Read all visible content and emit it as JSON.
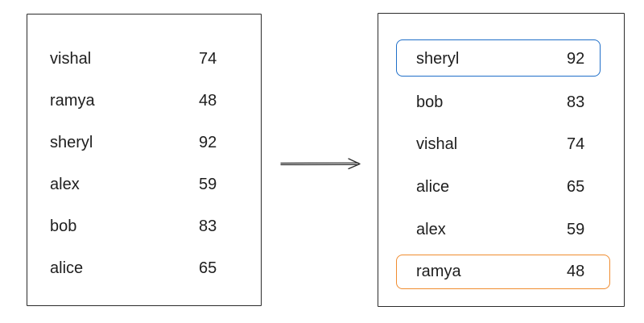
{
  "left_list": [
    {
      "name": "vishal",
      "score": "74"
    },
    {
      "name": "ramya",
      "score": "48"
    },
    {
      "name": "sheryl",
      "score": "92"
    },
    {
      "name": "alex",
      "score": "59"
    },
    {
      "name": "bob",
      "score": "83"
    },
    {
      "name": "alice",
      "score": "65"
    }
  ],
  "right_list": [
    {
      "name": "sheryl",
      "score": "92"
    },
    {
      "name": "bob",
      "score": "83"
    },
    {
      "name": "vishal",
      "score": "74"
    },
    {
      "name": "alice",
      "score": "65"
    },
    {
      "name": "alex",
      "score": "59"
    },
    {
      "name": "ramya",
      "score": "48"
    }
  ],
  "colors": {
    "top_highlight": "#1f6fc9",
    "bottom_highlight": "#f08c2f",
    "border": "#2b2b2b"
  }
}
